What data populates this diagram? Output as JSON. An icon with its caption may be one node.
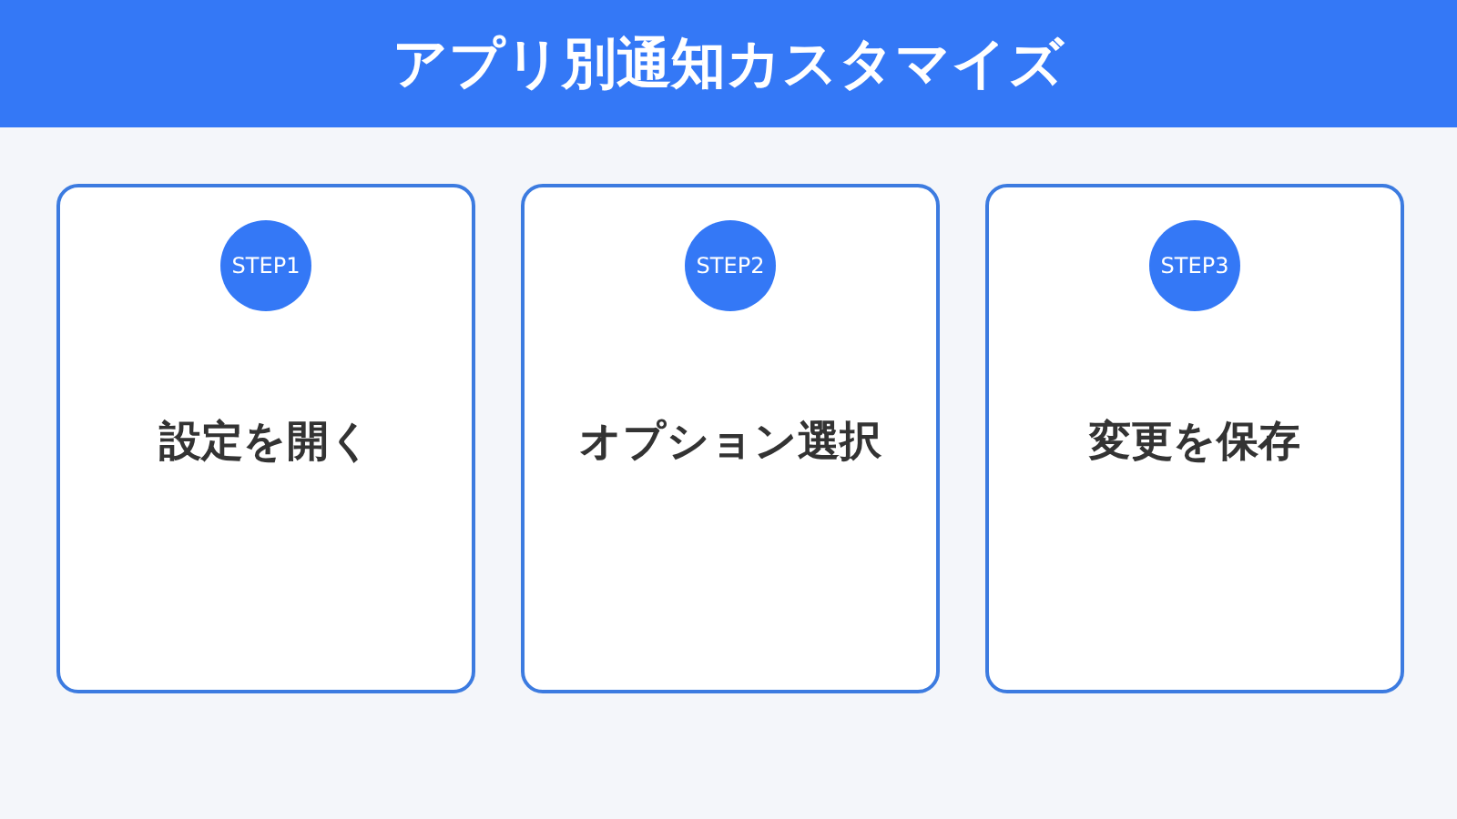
{
  "diagram": {
    "title": "アプリ別通知カスタマイズ",
    "nodes": [
      {
        "text": [
          "設定を開く"
        ]
      },
      {
        "text": [
          "STEP1"
        ],
        "in": 0
      },
      {
        "text": [
          "オプション選択"
        ]
      },
      {
        "text": [
          "STEP2"
        ],
        "in": 2
      },
      {
        "text": [
          "変更を保存"
        ]
      },
      {
        "text": [
          "STEP3"
        ],
        "in": 4
      }
    ]
  }
}
